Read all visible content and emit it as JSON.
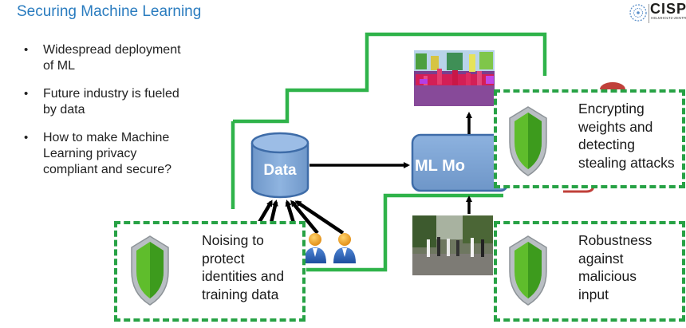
{
  "header": {
    "title": "Securing Machine Learning",
    "logo_text": "CISPA",
    "logo_subtext": "HELMHOLTZ-ZENTRUM I. G.",
    "colors": {
      "title": "#2a7cbf",
      "accent_green": "#27a245",
      "node_blue": "#7ba3d4"
    }
  },
  "bullets": [
    "Widespread deployment of ML",
    "Future industry is fueled by data",
    "How to make Machine Learning privacy compliant and secure?"
  ],
  "diagram": {
    "data_node_label": "Data",
    "model_node_label": "ML Mo",
    "icons": [
      "database-icon",
      "user-icon",
      "segmentation-image",
      "street-scene-image",
      "shield-icon"
    ]
  },
  "callouts": {
    "noising": [
      "Noising to",
      "protect",
      "identities and",
      "training data"
    ],
    "encrypting": [
      "Encrypting",
      "weights and",
      "detecting",
      "stealing attacks"
    ],
    "robustness": [
      "Robustness",
      "against",
      "malicious",
      "input"
    ]
  }
}
